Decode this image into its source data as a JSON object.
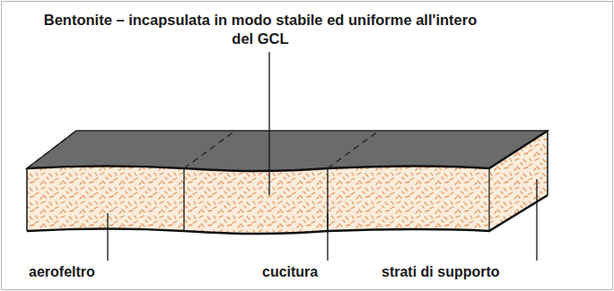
{
  "diagram": {
    "title": "Bentonite – incapsulata in modo stabile ed uniforme all'intero del GCL",
    "labels": [
      "aerofeltro",
      "cucitura",
      "strati di supporto"
    ]
  }
}
